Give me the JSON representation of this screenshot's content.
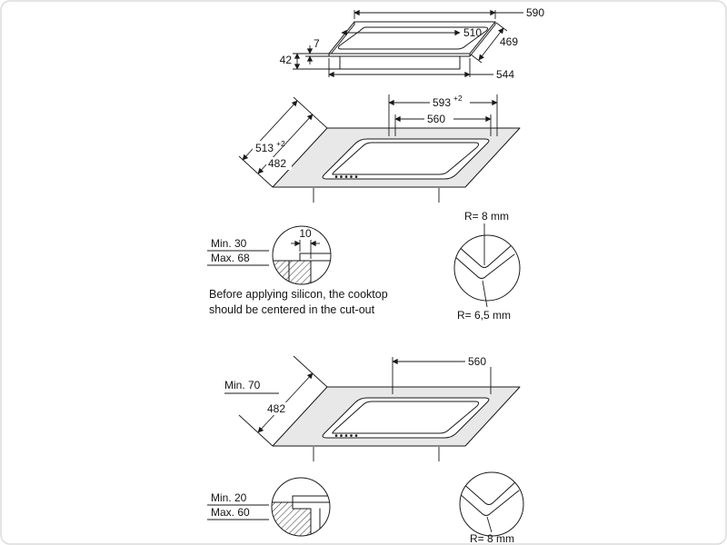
{
  "colors": {
    "line": "#1a1a1a",
    "counter_fill": "#e8e8e8",
    "frame": "#dcdcdc"
  },
  "product_view": {
    "width_top": "590",
    "glass_width": "510",
    "glass_thickness": "7",
    "total_height": "42",
    "base_width": "544",
    "depth": "469"
  },
  "flush_cutout_view": {
    "recess_width": "593",
    "recess_width_tol": "+2",
    "inner_width": "560",
    "recess_depth": "513",
    "recess_depth_tol": "+2",
    "inner_depth": "482"
  },
  "flush_detail": {
    "thickness_min": "Min. 30",
    "thickness_max": "Max. 68",
    "ledge": "10",
    "radius_top": "R= 8 mm",
    "radius_bottom": "R= 6,5 mm"
  },
  "note": {
    "line1": "Before applying silicon, the cooktop",
    "line2": "should be centered in the cut-out"
  },
  "standard_cutout_view": {
    "inner_width": "560",
    "front_clearance": "Min. 70",
    "inner_depth": "482"
  },
  "standard_detail": {
    "thickness_min": "Min. 20",
    "thickness_max": "Max. 60",
    "radius": "R= 8 mm"
  }
}
